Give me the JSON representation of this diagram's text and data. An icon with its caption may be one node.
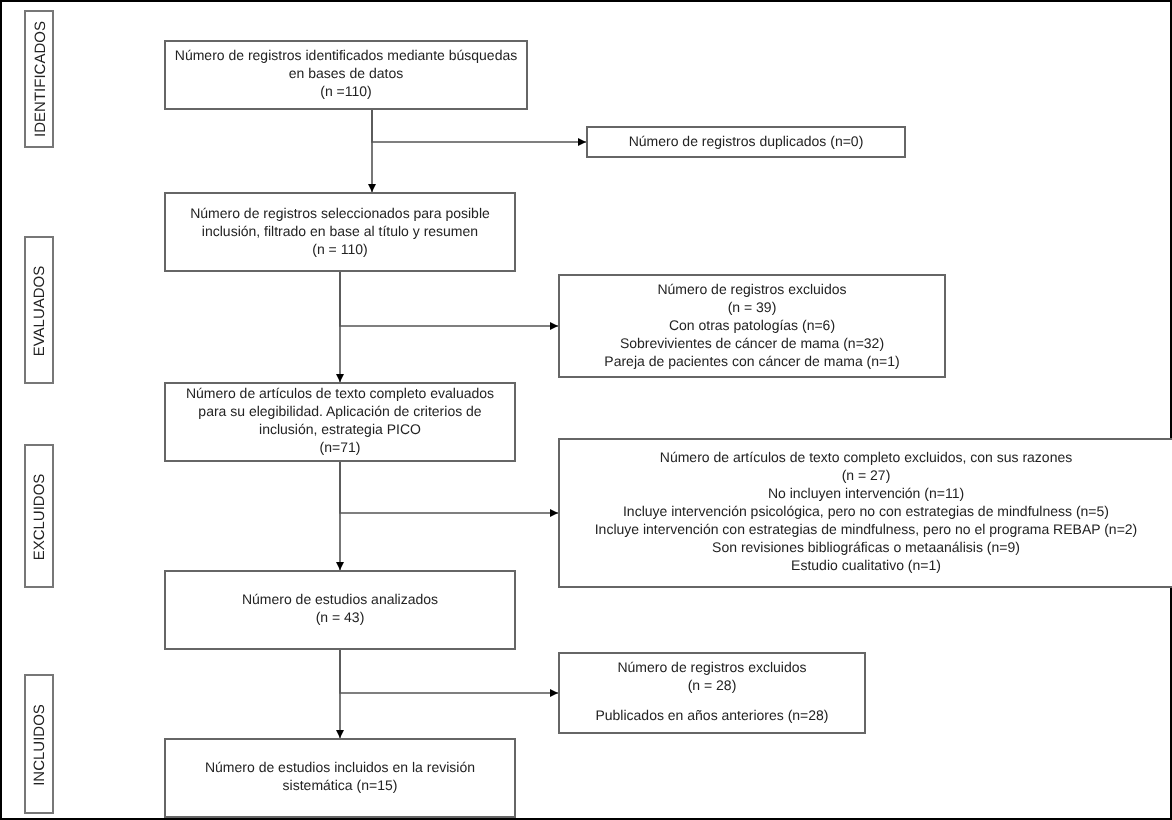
{
  "diagram": {
    "nodes": [
      {
        "text": [
          "IDENTIFICADOS"
        ]
      },
      {
        "text": [
          "EVALUADOS"
        ]
      },
      {
        "text": [
          "EXCLUIDOS"
        ]
      },
      {
        "text": [
          "INCLUIDOS"
        ]
      },
      {
        "text": [
          "Número de registros identificados mediante búsquedas en bases de datos",
          "(n =110)"
        ]
      },
      {
        "text": [
          "Número de registros duplicados (n=0)"
        ]
      },
      {
        "text": [
          "Número de registros seleccionados para posible inclusión, filtrado en base al título y resumen",
          "(n = 110)"
        ]
      },
      {
        "text": [
          "Número de registros excluidos",
          "(n = 39)",
          "Con otras patologías (n=6)",
          "Sobrevivientes de cáncer de mama (n=32)",
          "Pareja de pacientes con cáncer de mama (n=1)"
        ]
      },
      {
        "text": [
          "Número de artículos de texto completo evaluados para su elegibilidad. Aplicación de criterios de inclusión, estrategia PICO",
          "(n=71)"
        ]
      },
      {
        "text": [
          "Número de artículos de texto completo excluidos, con sus razones",
          "(n = 27)",
          "No incluyen intervención (n=11)",
          "Incluye intervención psicológica, pero no con estrategias de mindfulness (n=5)",
          "Incluye intervención con estrategias de mindfulness, pero no el programa REBAP (n=2)",
          "Son revisiones bibliográficas o metaanálisis (n=9)",
          "Estudio cualitativo (n=1)"
        ]
      },
      {
        "text": [
          "Número de estudios analizados",
          "(n = 43)"
        ]
      },
      {
        "text": [
          "Número de registros excluidos",
          "(n = 28)",
          "Publicados en años anteriores (n=28)"
        ]
      },
      {
        "text": [
          "Número de estudios incluidos en la revisión sistemática (n=15)"
        ]
      }
    ],
    "edges": [
      {
        "from": 4,
        "to": 6,
        "arrow": "to"
      },
      {
        "from": 4,
        "to": 5,
        "arrow": "to"
      },
      {
        "from": 6,
        "to": 8,
        "arrow": "to"
      },
      {
        "from": 6,
        "to": 7,
        "arrow": "to"
      },
      {
        "from": 8,
        "to": 10,
        "arrow": "to"
      },
      {
        "from": 8,
        "to": 9,
        "arrow": "to"
      },
      {
        "from": 10,
        "to": 12,
        "arrow": "to"
      },
      {
        "from": 10,
        "to": 11,
        "arrow": "to"
      }
    ]
  }
}
